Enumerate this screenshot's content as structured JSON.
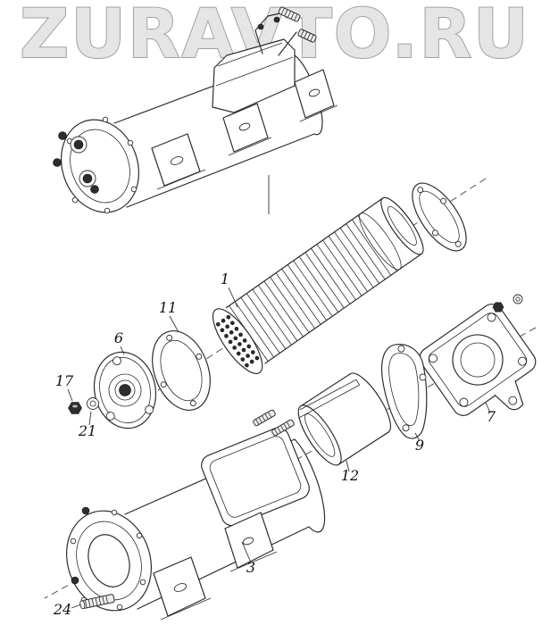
{
  "watermark": {
    "text": "ZURAVTO.RU"
  },
  "parts": [
    {
      "id": "core-element",
      "label": "1"
    },
    {
      "id": "gasket-oval",
      "label": "11"
    },
    {
      "id": "flange-cover",
      "label": "6"
    },
    {
      "id": "nut",
      "label": "17"
    },
    {
      "id": "washer",
      "label": "21"
    },
    {
      "id": "end-cover",
      "label": "7"
    },
    {
      "id": "gasket-triangular",
      "label": "9"
    },
    {
      "id": "split-sleeve",
      "label": "12"
    },
    {
      "id": "housing",
      "label": "3"
    },
    {
      "id": "stud",
      "label": "24"
    }
  ],
  "colors": {
    "background": "#ffffff",
    "line": "#2d2d2d",
    "watermark_fill": "#e4e4e4",
    "watermark_stroke": "#9d9d9d",
    "label": "#111111"
  }
}
